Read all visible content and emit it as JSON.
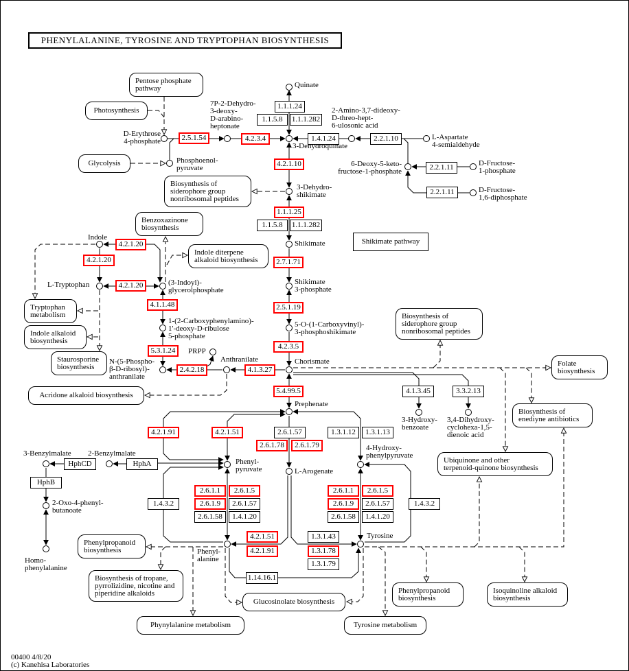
{
  "title": "PHENYLALANINE, TYROSINE AND TRYPTOPHAN BIOSYNTHESIS",
  "map_label": "Shikimate pathway",
  "footer": {
    "code": "00400 4/8/20",
    "copyright": "(c) Kanehisa Laboratories"
  },
  "colors": {
    "highlight": "#ff0000",
    "line": "#000000",
    "background": "#ffffff"
  },
  "enzymes": [
    {
      "label": "2.5.1.54",
      "highlighted": true
    },
    {
      "label": "4.2.3.4",
      "highlighted": true
    },
    {
      "label": "1.1.1.24",
      "highlighted": false
    },
    {
      "label": "1.1.5.8",
      "highlighted": false
    },
    {
      "label": "1.1.1.282",
      "highlighted": false
    },
    {
      "label": "1.4.1.24",
      "highlighted": false
    },
    {
      "label": "2.2.1.10",
      "highlighted": false
    },
    {
      "label": "4.2.1.10",
      "highlighted": true
    },
    {
      "label": "2.2.1.11",
      "highlighted": false
    },
    {
      "label": "2.2.1.11",
      "highlighted": false
    },
    {
      "label": "1.1.1.25",
      "highlighted": true
    },
    {
      "label": "1.1.5.8",
      "highlighted": false
    },
    {
      "label": "1.1.1.282",
      "highlighted": false
    },
    {
      "label": "2.7.1.71",
      "highlighted": true
    },
    {
      "label": "2.5.1.19",
      "highlighted": true
    },
    {
      "label": "4.2.3.5",
      "highlighted": true
    },
    {
      "label": "4.1.3.27",
      "highlighted": true
    },
    {
      "label": "2.4.2.18",
      "highlighted": true
    },
    {
      "label": "5.3.1.24",
      "highlighted": true
    },
    {
      "label": "4.1.1.48",
      "highlighted": true
    },
    {
      "label": "4.2.1.20",
      "highlighted": true
    },
    {
      "label": "4.2.1.20",
      "highlighted": true
    },
    {
      "label": "4.2.1.20",
      "highlighted": true
    },
    {
      "label": "5.4.99.5",
      "highlighted": true
    },
    {
      "label": "4.1.3.45",
      "highlighted": false
    },
    {
      "label": "3.3.2.13",
      "highlighted": false
    },
    {
      "label": "4.2.1.91",
      "highlighted": true
    },
    {
      "label": "4.2.1.51",
      "highlighted": true
    },
    {
      "label": "2.6.1.57",
      "highlighted": false
    },
    {
      "label": "2.6.1.78",
      "highlighted": true
    },
    {
      "label": "2.6.1.79",
      "highlighted": true
    },
    {
      "label": "1.3.1.12",
      "highlighted": false
    },
    {
      "label": "1.3.1.13",
      "highlighted": false
    },
    {
      "label": "HphCD",
      "highlighted": false
    },
    {
      "label": "HphA",
      "highlighted": false
    },
    {
      "label": "HphB",
      "highlighted": false
    },
    {
      "label": "1.4.3.2",
      "highlighted": false
    },
    {
      "label": "2.6.1.1",
      "highlighted": true
    },
    {
      "label": "2.6.1.5",
      "highlighted": true
    },
    {
      "label": "2.6.1.9",
      "highlighted": true
    },
    {
      "label": "2.6.1.57",
      "highlighted": false
    },
    {
      "label": "2.6.1.58",
      "highlighted": false
    },
    {
      "label": "1.4.1.20",
      "highlighted": false
    },
    {
      "label": "4.2.1.51",
      "highlighted": true
    },
    {
      "label": "4.2.1.91",
      "highlighted": true
    },
    {
      "label": "1.14.16.1",
      "highlighted": false
    },
    {
      "label": "1.3.1.43",
      "highlighted": false
    },
    {
      "label": "1.3.1.78",
      "highlighted": true
    },
    {
      "label": "1.3.1.79",
      "highlighted": false
    },
    {
      "label": "2.6.1.1",
      "highlighted": true
    },
    {
      "label": "2.6.1.5",
      "highlighted": true
    },
    {
      "label": "2.6.1.9",
      "highlighted": true
    },
    {
      "label": "2.6.1.57",
      "highlighted": false
    },
    {
      "label": "2.6.1.58",
      "highlighted": false
    },
    {
      "label": "1.4.1.20",
      "highlighted": false
    },
    {
      "label": "1.4.3.2",
      "highlighted": false
    }
  ],
  "compounds": [
    {
      "label": "Quinate"
    },
    {
      "label": "3-Dehydroquinate"
    },
    {
      "label": "D-Erythrose\n4-phosphate"
    },
    {
      "label": "7P-2-Dehydro-\n3-deoxy-\nD-arabino-\nheptonate"
    },
    {
      "label": "Phosphoenol-\npyruvate"
    },
    {
      "label": "2-Amino-3,7-dideoxy-\nD-threo-hept-\n6-ulosonic acid"
    },
    {
      "label": "L-Aspartate\n4-semialdehyde"
    },
    {
      "label": "6-Deoxy-5-keto-\nfructose-1-phosphate"
    },
    {
      "label": "D-Fructose-\n1-phosphate"
    },
    {
      "label": "D-Fructose-\n1,6-diphosphate"
    },
    {
      "label": "3-Dehydro-\nshikimate"
    },
    {
      "label": "Shikimate"
    },
    {
      "label": "Shikimate\n3-phosphate"
    },
    {
      "label": "5-O-(1-Carboxyvinyl)-\n3-phosphoshikimate"
    },
    {
      "label": "Chorismate"
    },
    {
      "label": "Anthranilate"
    },
    {
      "label": "PRPP"
    },
    {
      "label": "N-(5-Phospho-\nβ-D-ribosyl)-\nanthranilate"
    },
    {
      "label": "1-(2-Carboxyphenylamino)-\n1'-deoxy-D-ribulose\n5-phosphate"
    },
    {
      "label": "(3-Indoyl)-\nglycerolphosphate"
    },
    {
      "label": "Indole"
    },
    {
      "label": "L-Tryptophan"
    },
    {
      "label": "Prephenate"
    },
    {
      "label": "Phenyl-\npyruvate"
    },
    {
      "label": "L-Arogenate"
    },
    {
      "label": "4-Hydroxy-\nphenylpyruvate"
    },
    {
      "label": "3-Hydroxy-\nbenzoate"
    },
    {
      "label": "3,4-Dihydroxy-\ncyclohexa-1,5-\ndienoic acid"
    },
    {
      "label": "Phenyl-\nalanine"
    },
    {
      "label": "Tyrosine"
    },
    {
      "label": "3-Benzylmalate"
    },
    {
      "label": "2-Benzylmalate"
    },
    {
      "label": "2-Oxo-4-phenyl-\nbutanoate"
    },
    {
      "label": "Homo-\nphenylalanine"
    }
  ],
  "pathways": [
    {
      "label": "Pentose phosphate\npathway"
    },
    {
      "label": "Photosynthesis"
    },
    {
      "label": "Glycolysis"
    },
    {
      "label": "Biosynthesis of\nsiderophore group\nnonribosomal peptides"
    },
    {
      "label": "Benzoxazinone\nbiosynthesis"
    },
    {
      "label": "Indole diterpene\nalkaloid biosynthesis"
    },
    {
      "label": "Tryptophan\nmetabolism"
    },
    {
      "label": "Indole alkaloid\nbiosynthesis"
    },
    {
      "label": "Staurosporine\nbiosynthesis"
    },
    {
      "label": "Acridone alkaloid biosynthesis"
    },
    {
      "label": "Biosynthesis of\nsiderophore group\nnonribosomal peptides"
    },
    {
      "label": "Folate\nbiosynthesis"
    },
    {
      "label": "Biosynthesis of\nenediyne antibiotics"
    },
    {
      "label": "Ubiquinone and other\nterpenoid-quinone biosynthesis"
    },
    {
      "label": "Phenylpropanoid\nbiosynthesis"
    },
    {
      "label": "Biosynthesis of tropane,\npyrrolizidine, nicotine and\npiperidine alkaloids"
    },
    {
      "label": "Glucosinolate biosynthesis"
    },
    {
      "label": "Phynylalanine metabolism"
    },
    {
      "label": "Tyrosine metabolism"
    },
    {
      "label": "Phenylpropanoid\nbiosynthesis"
    },
    {
      "label": "Isoquinoline alkaloid\nbiosynthesis"
    }
  ]
}
